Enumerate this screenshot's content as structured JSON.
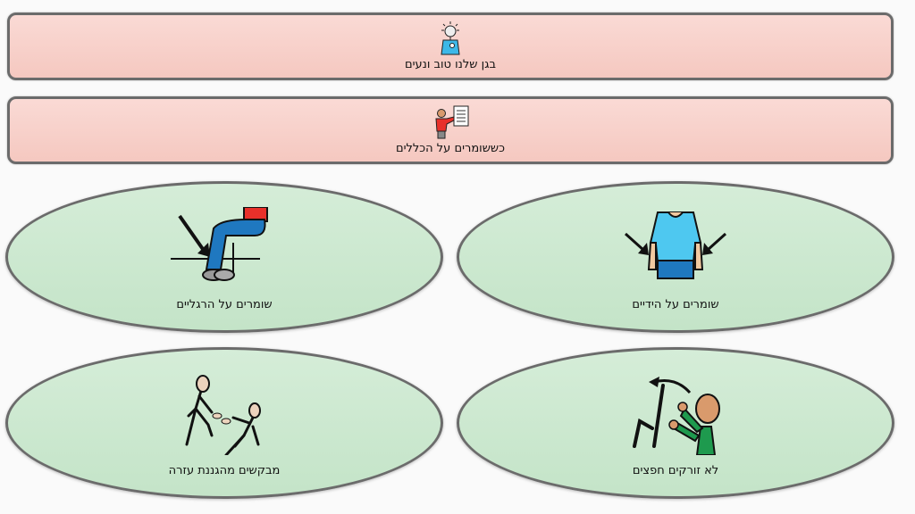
{
  "banners": [
    {
      "label": "בגן שלנו טוב ונעים",
      "icon": "happy-person-icon"
    },
    {
      "label": "כששומרים על הכללים",
      "icon": "rules-board-icon"
    }
  ],
  "cards": [
    {
      "label": "שומרים על הרגליים",
      "icon": "legs-icon"
    },
    {
      "label": "שומרים על הידיים",
      "icon": "hands-icon"
    },
    {
      "label": "מבקשים מהגננת עזרה",
      "icon": "ask-help-icon"
    },
    {
      "label": "לא זורקים חפצים",
      "icon": "no-throwing-icon"
    }
  ],
  "colors": {
    "banner_bg": "#f8d0ca",
    "card_bg": "#cde9d0",
    "border": "#6b6b6b"
  }
}
